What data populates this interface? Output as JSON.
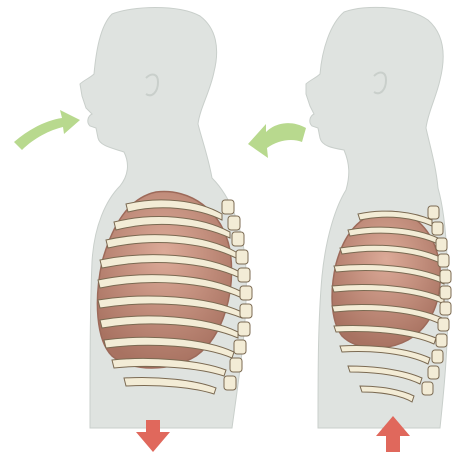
{
  "diagram": {
    "panels": [
      {
        "phase": "inhalation",
        "air_flow": "in",
        "diaphragm": "down"
      },
      {
        "phase": "exhalation",
        "air_flow": "out",
        "diaphragm": "up"
      }
    ],
    "colors": {
      "body": "#dfe3e0",
      "body_outline": "#c9cfcb",
      "lung": "#c99584",
      "lung_dark": "#9d6a5a",
      "rib": "#f3ecd6",
      "rib_outline": "#7b6a52",
      "air_arrow": "#b8d98e",
      "diaphragm_arrow": "#e0685c"
    },
    "icons": {
      "air_in": "arrow-right-icon",
      "air_out": "arrow-left-icon",
      "diaphragm_down": "arrow-down-icon",
      "diaphragm_up": "arrow-up-icon"
    }
  }
}
